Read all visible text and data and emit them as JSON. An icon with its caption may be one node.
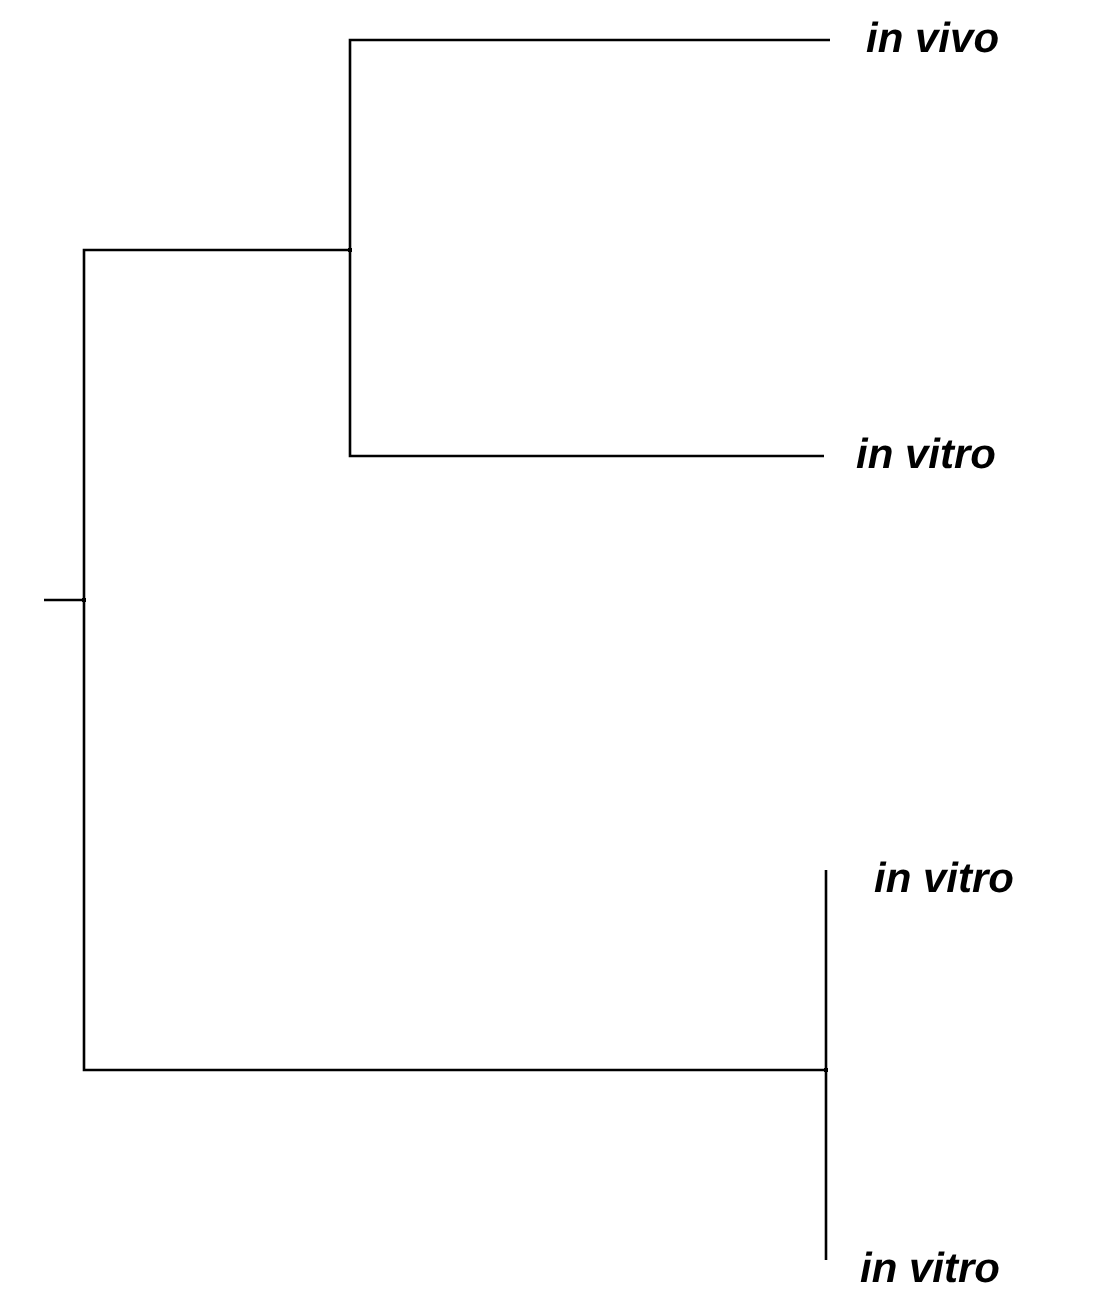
{
  "diagram": {
    "nodes": [
      {
        "text": [],
        "shape": "point"
      },
      {
        "text": [],
        "shape": "point"
      },
      {
        "text": [
          "in vivo"
        ]
      },
      {
        "text": [
          "in vitro"
        ]
      },
      {
        "text": [],
        "shape": "point"
      },
      {
        "text": [
          "in vitro"
        ]
      },
      {
        "text": [
          "in vitro"
        ]
      }
    ],
    "edges": [
      {
        "from": null,
        "to": 0,
        "arrow": "none"
      },
      {
        "from": 0,
        "to": 1,
        "arrow": "none"
      },
      {
        "from": 0,
        "to": 4,
        "arrow": "none"
      },
      {
        "from": 1,
        "to": 2,
        "arrow": "none"
      },
      {
        "from": 1,
        "to": 3,
        "arrow": "none"
      },
      {
        "from": 4,
        "to": 5,
        "arrow": "none"
      },
      {
        "from": 4,
        "to": 6,
        "arrow": "none"
      }
    ]
  }
}
